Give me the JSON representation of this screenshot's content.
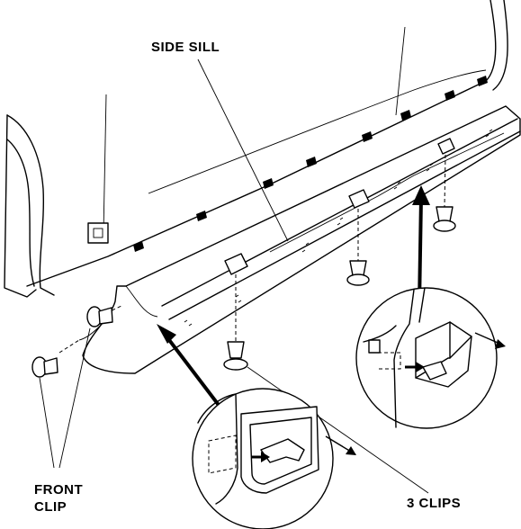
{
  "labels": {
    "side_sill": "SIDE SILL",
    "front_clip_line1": "FRONT",
    "front_clip_line2": "CLIP",
    "three_clips": "3 CLIPS"
  }
}
